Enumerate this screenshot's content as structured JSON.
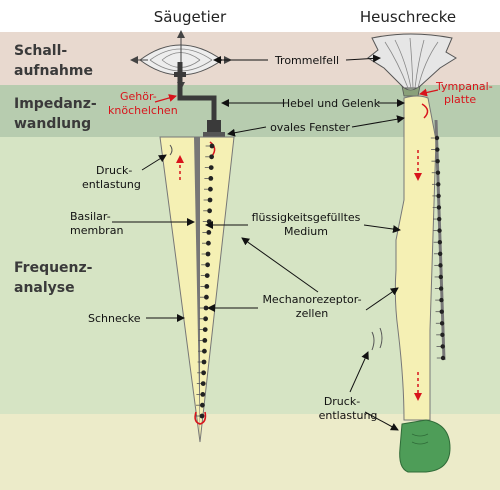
{
  "headers": {
    "mammal": "Säugetier",
    "insect": "Heuschrecke"
  },
  "stages": {
    "sound": [
      "Schall-",
      "aufnahme"
    ],
    "impedance": [
      "Impedanz-",
      "wandlung"
    ],
    "frequency": [
      "Frequenz-",
      "analyse"
    ]
  },
  "labels": {
    "tympanum": "Trommelfell",
    "ossicles": [
      "Gehör-",
      "knöchelchen"
    ],
    "lever": "Hebel und Gelenk",
    "tympanal_plate": [
      "Tympanal-",
      "platte"
    ],
    "oval_window": "ovales Fenster",
    "pressure_relief_left": [
      "Druck-",
      "entlastung"
    ],
    "basilar_membrane": [
      "Basilar-",
      "membran"
    ],
    "fluid": [
      "flüssigkeitsgefülltes",
      "Medium"
    ],
    "cochlea": "Schnecke",
    "mechanoreceptors": [
      "Mechanorezeptor-",
      "zellen"
    ],
    "pressure_relief_right": [
      "Druck-",
      "entlastung"
    ]
  },
  "colors": {
    "band_sound": "#e8d9cf",
    "band_impedance": "#b7ccaf",
    "band_frequency": "#d6e4c4",
    "band_bottom": "#ecebc9",
    "fluid_fill": "#f5f0b4",
    "highlight_red": "#d8141c"
  }
}
